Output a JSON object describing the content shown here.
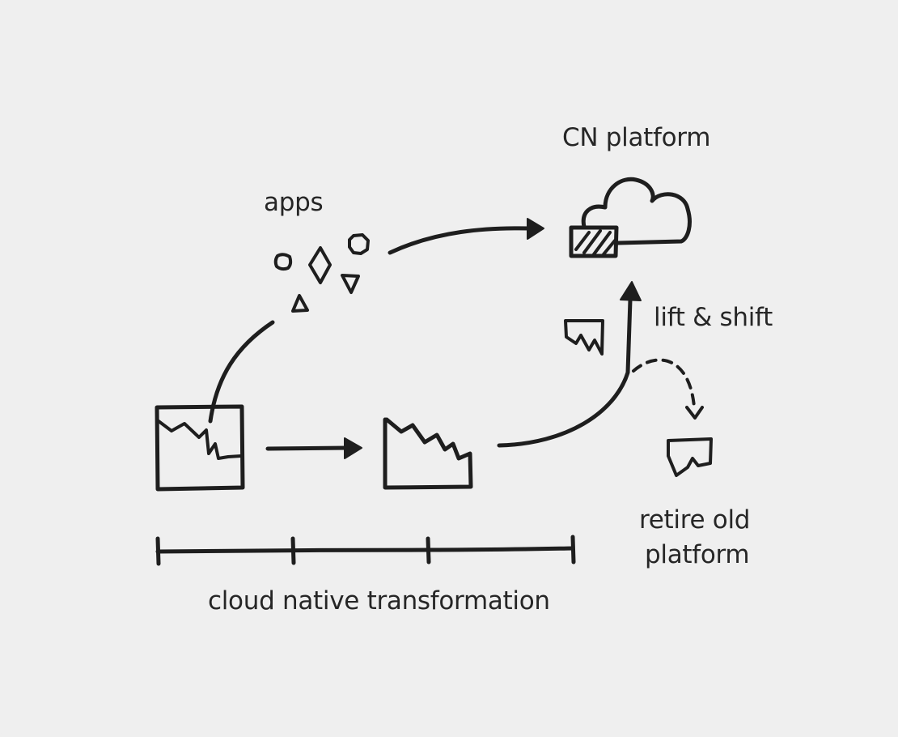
{
  "labels": {
    "cn_platform": "CN platform",
    "apps": "apps",
    "lift_shift": "lift & shift",
    "retire_line1": "retire old",
    "retire_line2": "platform",
    "timeline": "cloud native transformation"
  },
  "icons": [
    "cloud-icon",
    "container-icon",
    "building-icon",
    "shard-icon"
  ]
}
